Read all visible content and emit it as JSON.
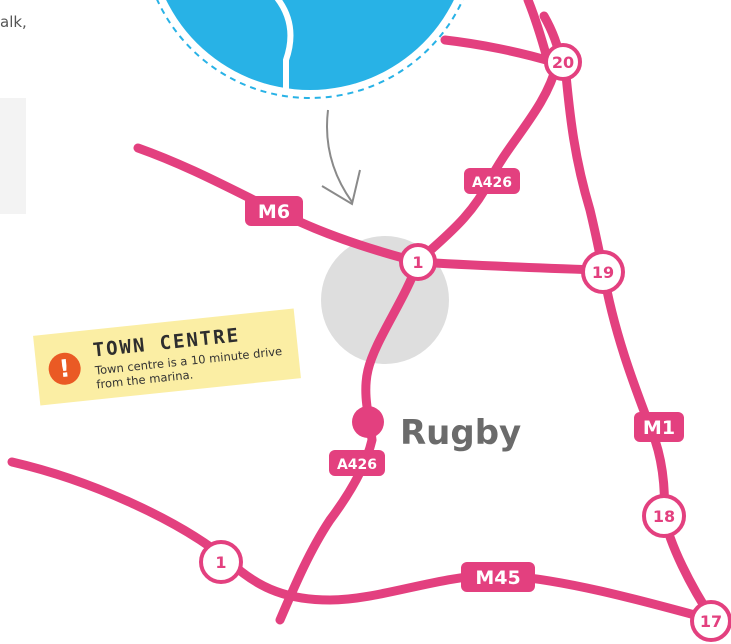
{
  "intro": {
    "text_fragment": "alk,"
  },
  "colors": {
    "road": "#e3407f",
    "marina": "#28b2e6",
    "town_area": "#dedede",
    "note_background": "#fbeea4",
    "alert_icon": "#ea5a24"
  },
  "map": {
    "roads": {
      "m6": "M6",
      "m1": "M1",
      "m45": "M45",
      "a426_north": "A426",
      "a426_south": "A426"
    },
    "junctions": {
      "j20": "20",
      "j1_top": "1",
      "j19": "19",
      "j18": "18",
      "j1_bottom": "1",
      "j17": "17"
    },
    "town": {
      "name": "Rugby"
    }
  },
  "note": {
    "icon": "alert-icon",
    "icon_glyph": "!",
    "title": "TOWN CENTRE",
    "body": "Town centre is a 10 minute drive from the marina."
  }
}
